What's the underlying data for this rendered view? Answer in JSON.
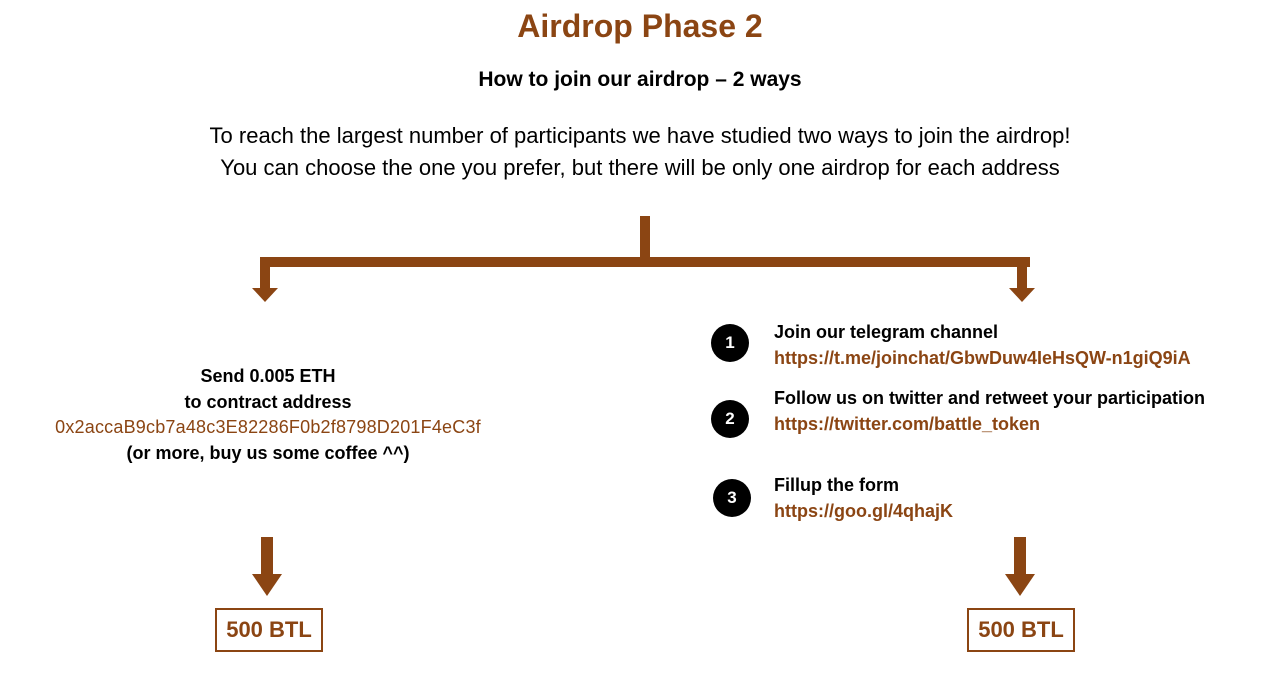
{
  "header": {
    "title": "Airdrop Phase 2",
    "subtitle": "How to join our airdrop – 2 ways",
    "intro_line1": "To reach the largest number of participants we have studied two ways to join the airdrop!",
    "intro_line2": "You can choose the one you prefer, but there will be only one airdrop for each address"
  },
  "option_eth": {
    "line1": "Send 0.005 ETH",
    "line2": "to contract address",
    "address": "0x2accaB9cb7a48c3E82286F0b2f8798D201F4eC3f",
    "note": "(or more, buy us some coffee ^^)",
    "reward": "500 BTL"
  },
  "option_social": {
    "steps": [
      {
        "number": "1",
        "title": "Join our telegram channel",
        "link": "https://t.me/joinchat/GbwDuw4IeHsQW-n1giQ9iA"
      },
      {
        "number": "2",
        "title": "Follow us on twitter and retweet your participation",
        "link": "https://twitter.com/battle_token"
      },
      {
        "number": "3",
        "title": "Fillup the form",
        "link": "https://goo.gl/4qhajK"
      }
    ],
    "reward": "500 BTL"
  },
  "colors": {
    "accent": "#8B4513",
    "text": "#000000",
    "step_circle": "#000000"
  }
}
